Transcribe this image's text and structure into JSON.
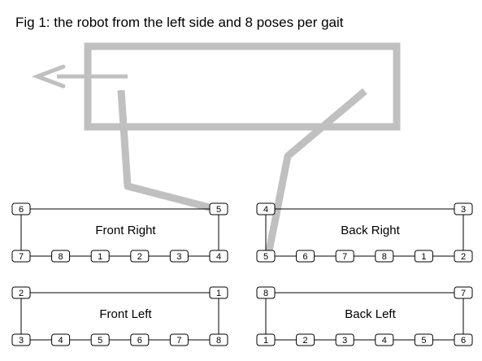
{
  "title": "Fig 1: the robot from the left side and 8  poses per gait",
  "colors": {
    "robot": "#c0c0c0",
    "lines": "#000000",
    "background": "#ffffff"
  },
  "panels": [
    {
      "id": "front-right",
      "label": "Front Right",
      "top": {
        "left": "6",
        "right": "5"
      },
      "bottom": [
        "7",
        "8",
        "1",
        "2",
        "3",
        "4"
      ]
    },
    {
      "id": "back-right",
      "label": "Back Right",
      "top": {
        "left": "4",
        "right": "3"
      },
      "bottom": [
        "5",
        "6",
        "7",
        "8",
        "1",
        "2"
      ]
    },
    {
      "id": "front-left",
      "label": "Front Left",
      "top": {
        "left": "2",
        "right": "1"
      },
      "bottom": [
        "3",
        "4",
        "5",
        "6",
        "7",
        "8"
      ]
    },
    {
      "id": "back-left",
      "label": "Back Left",
      "top": {
        "left": "8",
        "right": "7"
      },
      "bottom": [
        "1",
        "2",
        "3",
        "4",
        "5",
        "6"
      ]
    }
  ]
}
